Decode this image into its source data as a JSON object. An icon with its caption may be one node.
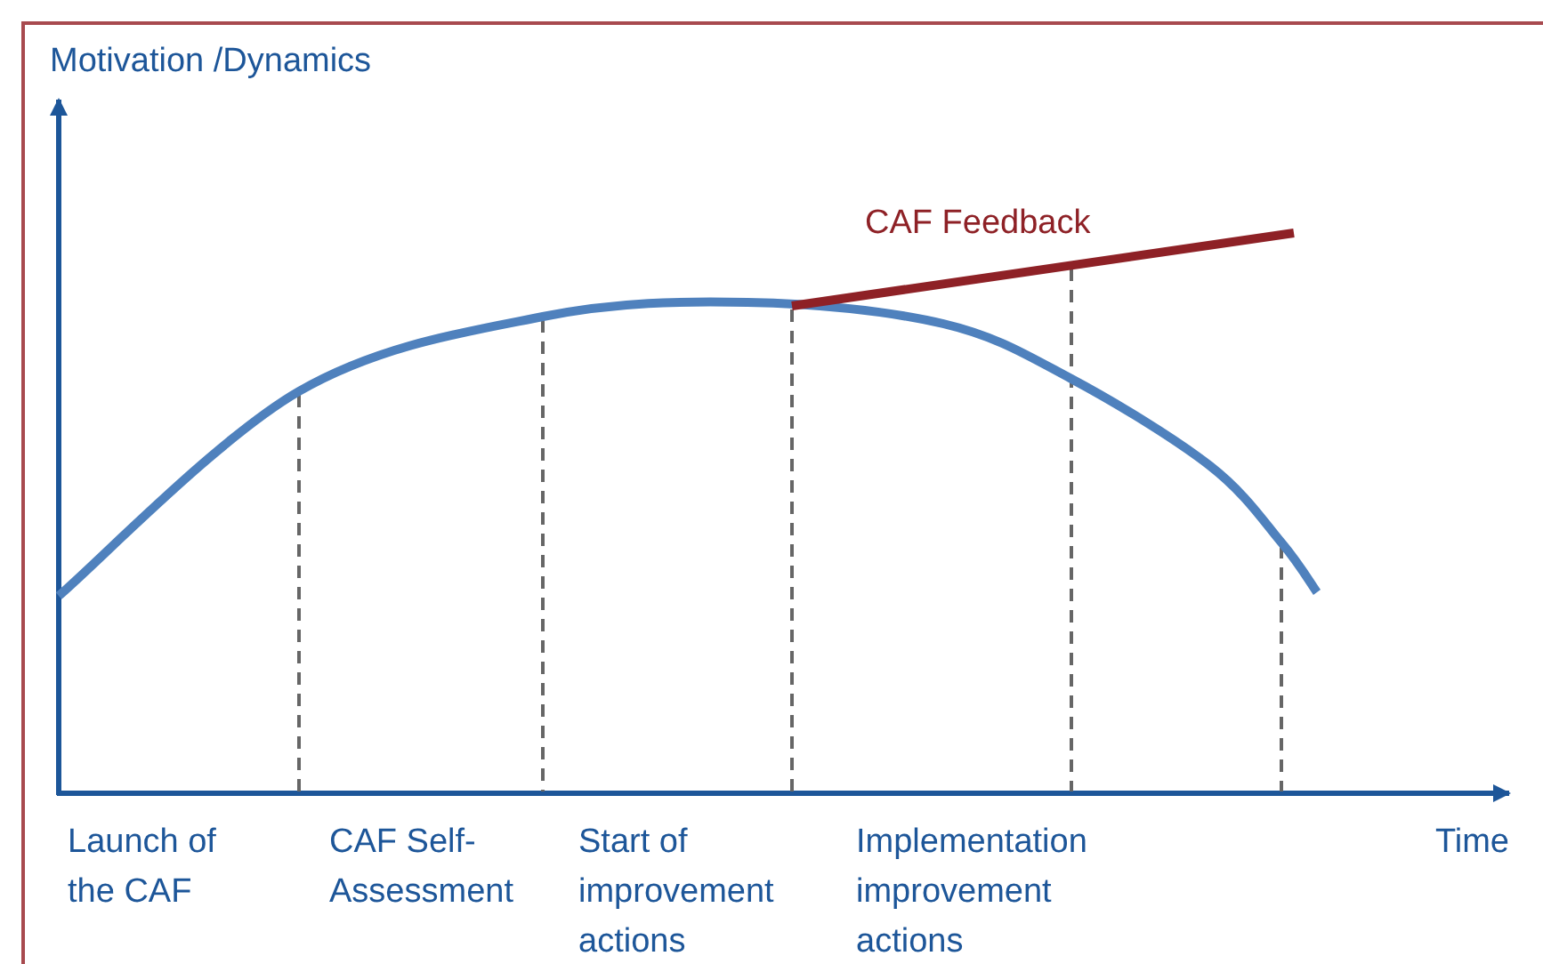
{
  "diagram": {
    "labels": [
      "Motivation /Dynamics",
      "CAF Feedback",
      "Launch of the CAF",
      "CAF Self-Assessment",
      "Start of improvement actions",
      "Implementation improvement actions",
      "Time"
    ]
  }
}
